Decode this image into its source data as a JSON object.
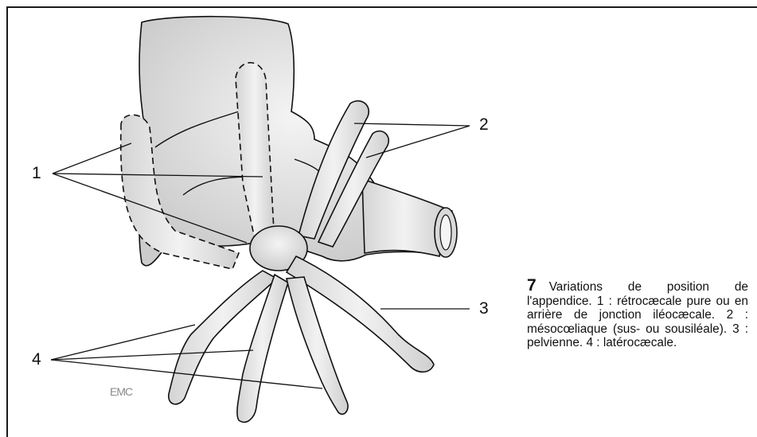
{
  "figure": {
    "number": "7",
    "caption": "Variations de position de l'appendice. 1 : rétrocæcale pure ou en arrière de jonction iléocæcale. 2 : mésocœliaque (sus- ou sousiléale). 3 : pelvienne. 4 : latérocæcale.",
    "labels": {
      "one": "1",
      "two": "2",
      "three": "3",
      "four": "4"
    },
    "publisher_mark": "EMC"
  },
  "colors": {
    "ink": "#111111",
    "fill": "#e6e6e6",
    "shade": "#bdbdbd"
  }
}
